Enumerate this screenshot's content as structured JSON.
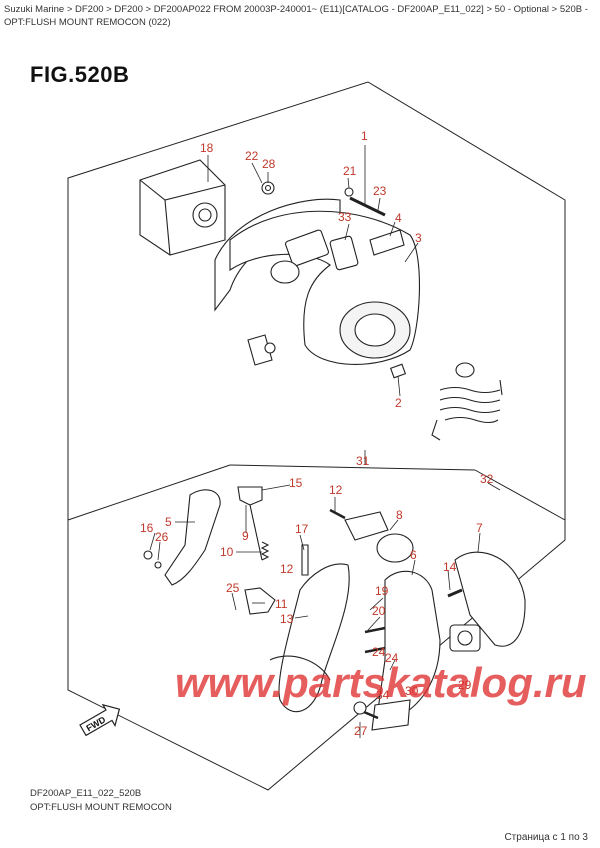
{
  "breadcrumb": "Suzuki Marine > DF200 > DF200 > DF200AP022 FROM 20003P-240001~ (E11)[CATALOG - DF200AP_E11_022] > 50 - Optional > 520B - OPT:FLUSH MOUNT REMOCON (022)",
  "figure_title": "FIG.520B",
  "callouts": [
    "1",
    "2",
    "3",
    "4",
    "5",
    "6",
    "7",
    "8",
    "9",
    "10",
    "11",
    "12",
    "12",
    "13",
    "14",
    "15",
    "16",
    "17",
    "18",
    "19",
    "20",
    "21",
    "22",
    "23",
    "24",
    "24",
    "25",
    "26",
    "27",
    "28",
    "29",
    "30",
    "31",
    "32",
    "33",
    "34"
  ],
  "fwd_label": "FWD",
  "watermark": "www.partskatalog.ru",
  "footer": {
    "code": "DF200AP_E11_022_520B",
    "caption": "OPT:FLUSH MOUNT REMOCON"
  },
  "page_indicator": "Страница с 1 по 3",
  "colors": {
    "callout": "#c0392b",
    "watermark": "#e03030",
    "line": "#222222"
  }
}
